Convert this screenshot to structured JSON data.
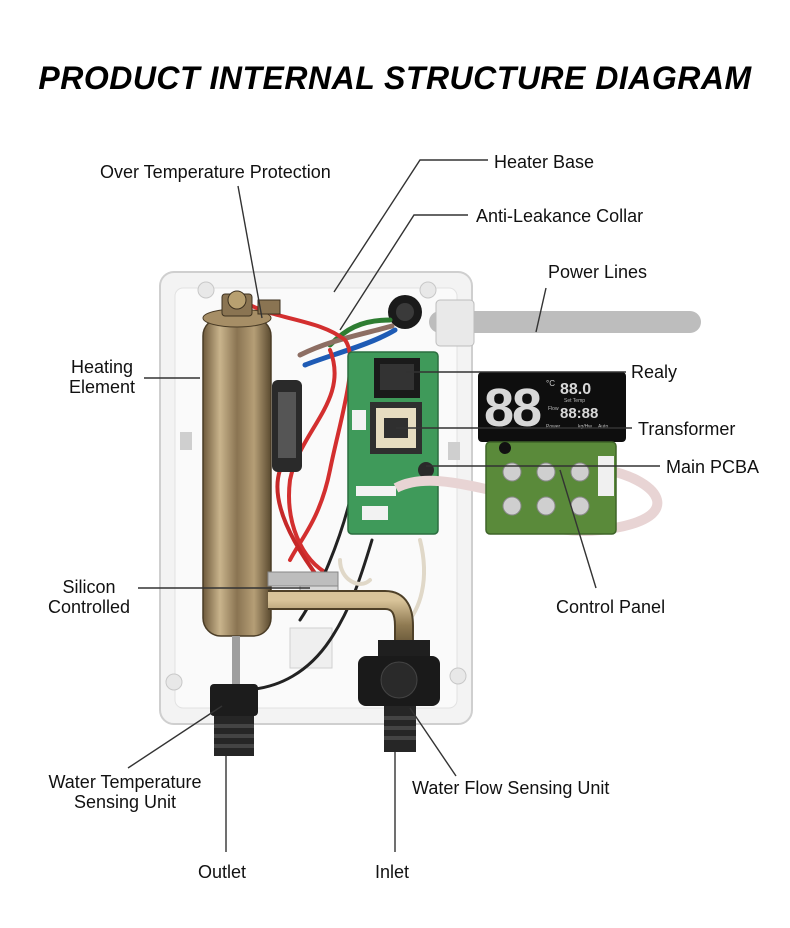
{
  "title": "PRODUCT INTERNAL STRUCTURE DIAGRAM",
  "labels": {
    "over_temperature_protection": "Over Temperature Protection",
    "heater_base": "Heater Base",
    "anti_leakance_collar": "Anti-Leakance Collar",
    "power_lines": "Power Lines",
    "heating_element_1": "Heating",
    "heating_element_2": "Element",
    "realy": "Realy",
    "transformer": "Transformer",
    "main_pcba": "Main PCBA",
    "silicon_controlled_1": "Silicon",
    "silicon_controlled_2": "Controlled",
    "control_panel": "Control Panel",
    "water_temp_1": "Water Temperature",
    "water_temp_2": "Sensing Unit",
    "water_flow": "Water Flow Sensing Unit",
    "outlet": "Outlet",
    "inlet": "Inlet"
  },
  "display": {
    "digits_big": "88",
    "digits_small_top": "88.0",
    "digits_small_bottom": "88:88",
    "unit_c": "°C",
    "set_temp": "Set Temp",
    "flow": "Flow",
    "power": "Power",
    "kgh": "kg/Hw",
    "auto": "Auto"
  }
}
